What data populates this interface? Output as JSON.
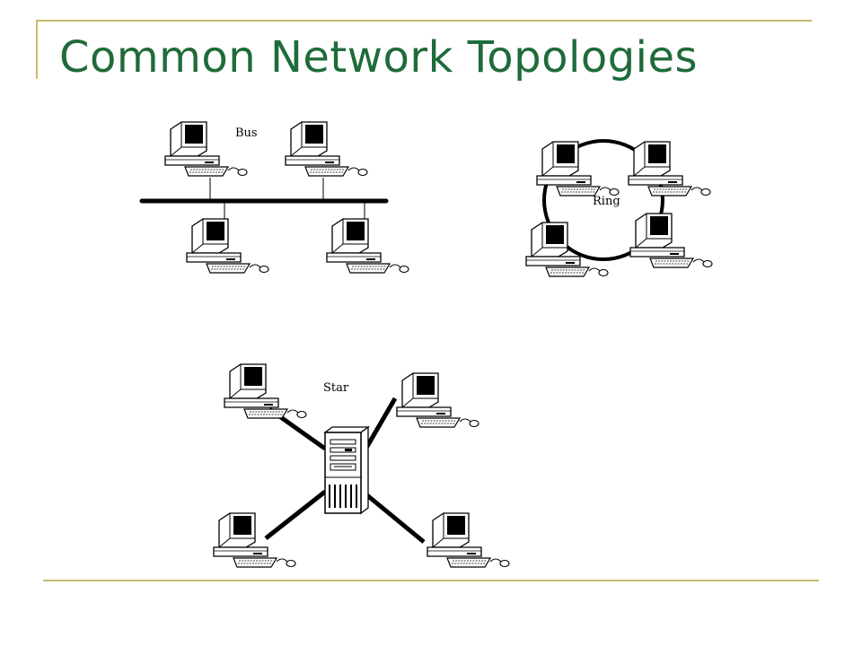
{
  "slide": {
    "title": "Common Network Topologies"
  },
  "colors": {
    "title": "#1f6b3a",
    "rule": "#c9b96a",
    "line": "#000000",
    "device_fill": "#ffffff",
    "screen": "#000000"
  },
  "diagram": {
    "bus": {
      "label": "Bus",
      "computers": 4
    },
    "ring": {
      "label": "Ring",
      "computers": 4
    },
    "star": {
      "label": "Star",
      "computers": 4,
      "hub": "server-tower-icon"
    }
  }
}
